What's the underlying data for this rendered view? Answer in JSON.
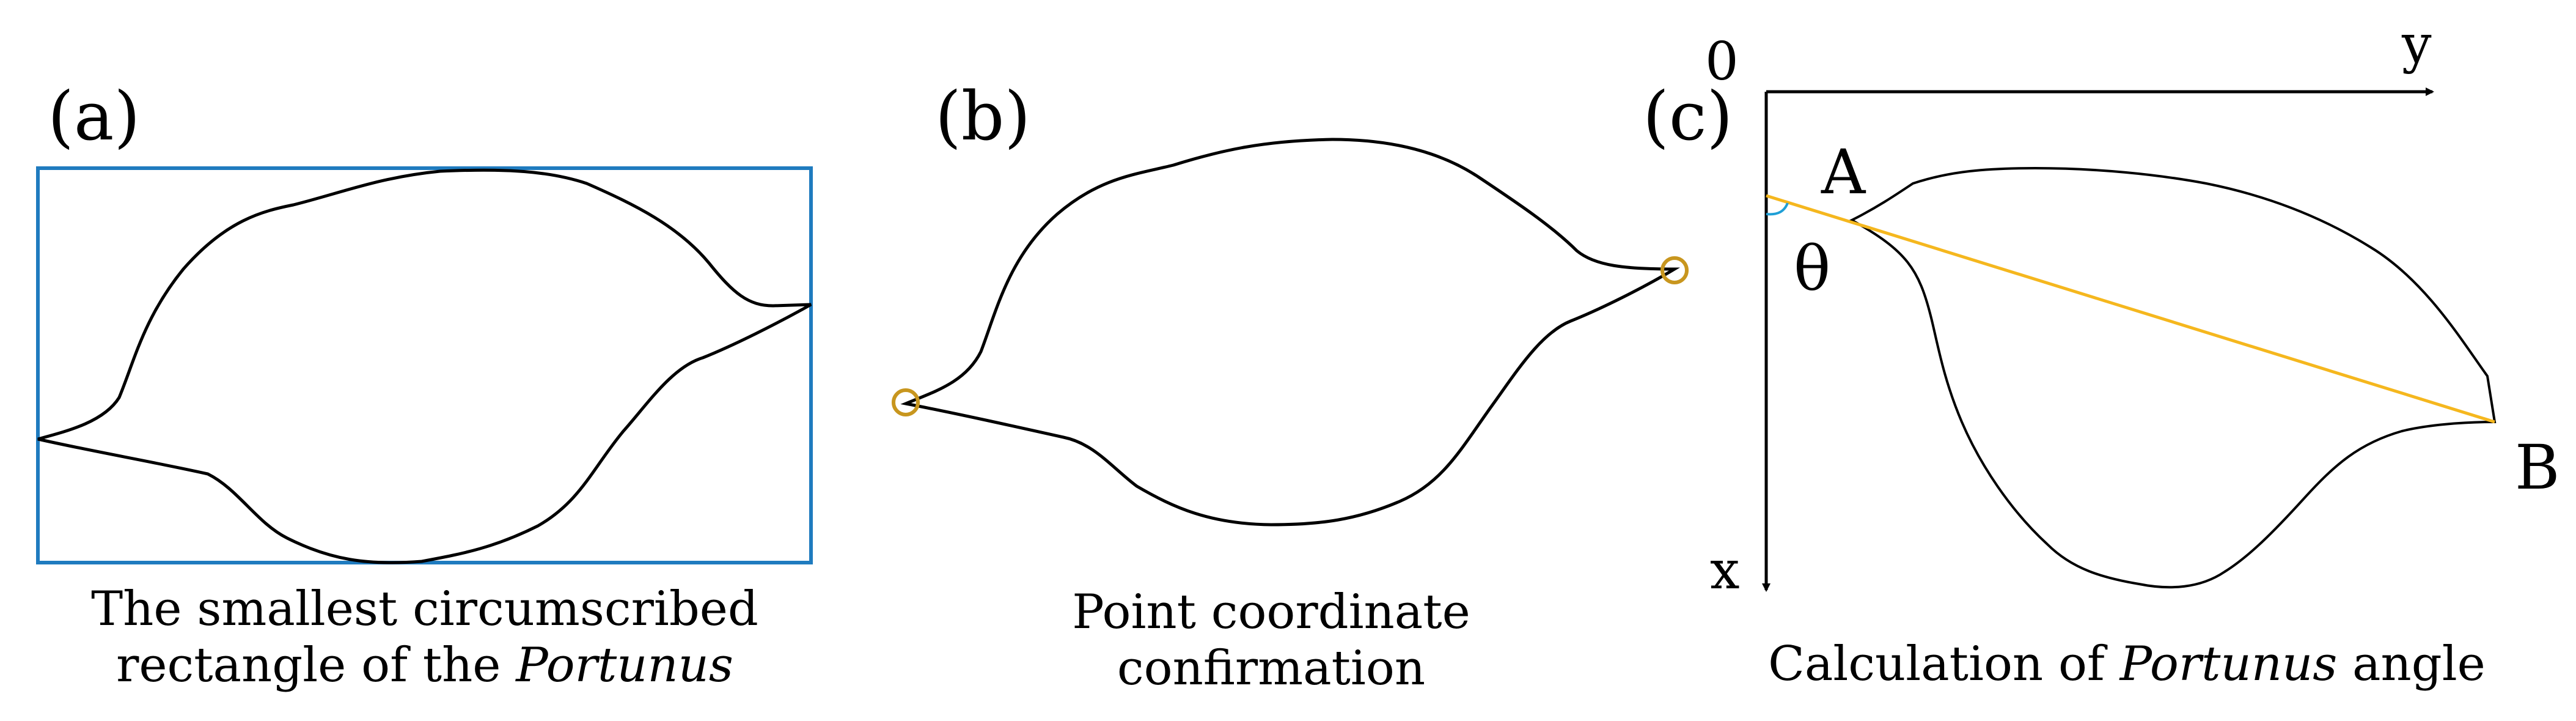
{
  "panels": {
    "a": {
      "label": "(a)",
      "caption_line1": "The smallest circumscribed",
      "caption_line2_prefix": "rectangle of the ",
      "caption_line2_species": "Portunus"
    },
    "b": {
      "label": "(b)",
      "caption_line1": "Point coordinate",
      "caption_line2": "confirmation"
    },
    "c": {
      "label": "(c)",
      "caption_prefix": "Calculation of ",
      "caption_species": "Portunus",
      "caption_suffix": " angle",
      "origin_label": "0",
      "y_axis_label": "y",
      "x_axis_label": "x",
      "point_a_label": "A",
      "point_b_label": "B",
      "angle_label": "θ"
    }
  },
  "colors": {
    "outline": "#000000",
    "rectangle": "#1f7bbf",
    "marker": "#c8961e",
    "line_ab": "#f5b71e",
    "angle_arc": "#1f9fd6"
  }
}
